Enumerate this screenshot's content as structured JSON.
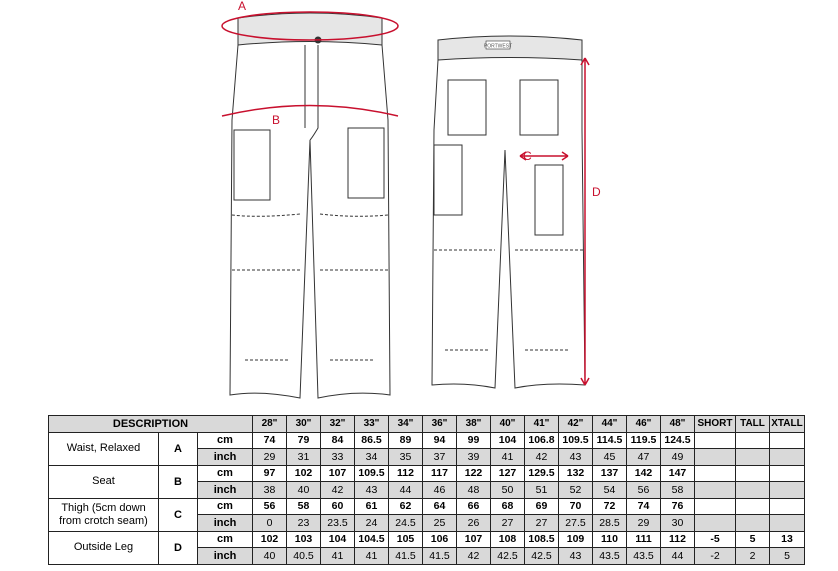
{
  "diagram": {
    "labels": {
      "a": "A",
      "b": "B",
      "c": "C",
      "d": "D"
    },
    "accent": "#c8102e",
    "brand_tag": "PORTWEST"
  },
  "table": {
    "headers": {
      "description": "DESCRIPTION",
      "sizes": [
        "28\"",
        "30\"",
        "32\"",
        "33\"",
        "34\"",
        "36\"",
        "38\"",
        "40\"",
        "41\"",
        "42\"",
        "44\"",
        "46\"",
        "48\"",
        "SHORT",
        "TALL",
        "XTALL"
      ]
    },
    "rows": [
      {
        "label": "Waist, Relaxed",
        "letter": "A",
        "cm": [
          "74",
          "79",
          "84",
          "86.5",
          "89",
          "94",
          "99",
          "104",
          "106.8",
          "109.5",
          "114.5",
          "119.5",
          "124.5",
          "",
          "",
          ""
        ],
        "inch": [
          "29",
          "31",
          "33",
          "34",
          "35",
          "37",
          "39",
          "41",
          "42",
          "43",
          "45",
          "47",
          "49",
          "",
          "",
          ""
        ]
      },
      {
        "label": "Seat",
        "letter": "B",
        "cm": [
          "97",
          "102",
          "107",
          "109.5",
          "112",
          "117",
          "122",
          "127",
          "129.5",
          "132",
          "137",
          "142",
          "147",
          "",
          "",
          ""
        ],
        "inch": [
          "38",
          "40",
          "42",
          "43",
          "44",
          "46",
          "48",
          "50",
          "51",
          "52",
          "54",
          "56",
          "58",
          "",
          "",
          ""
        ]
      },
      {
        "label": "Thigh (5cm down from crotch seam)",
        "letter": "C",
        "cm": [
          "56",
          "58",
          "60",
          "61",
          "62",
          "64",
          "66",
          "68",
          "69",
          "70",
          "72",
          "74",
          "76",
          "",
          "",
          ""
        ],
        "inch": [
          "0",
          "23",
          "23.5",
          "24",
          "24.5",
          "25",
          "26",
          "27",
          "27",
          "27.5",
          "28.5",
          "29",
          "30",
          "",
          "",
          ""
        ]
      },
      {
        "label": "Outside Leg",
        "letter": "D",
        "cm": [
          "102",
          "103",
          "104",
          "104.5",
          "105",
          "106",
          "107",
          "108",
          "108.5",
          "109",
          "110",
          "111",
          "112",
          "-5",
          "5",
          "13"
        ],
        "inch": [
          "40",
          "40.5",
          "41",
          "41",
          "41.5",
          "41.5",
          "42",
          "42.5",
          "42.5",
          "43",
          "43.5",
          "43.5",
          "44",
          "-2",
          "2",
          "5"
        ]
      }
    ],
    "units": {
      "cm": "cm",
      "inch": "inch"
    }
  }
}
